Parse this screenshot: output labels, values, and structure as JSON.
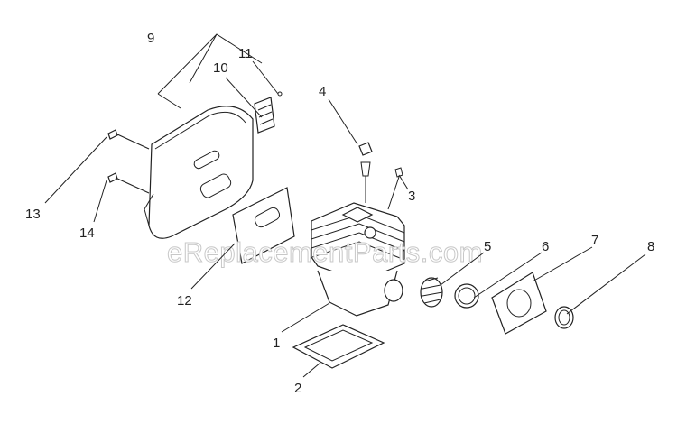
{
  "diagram": {
    "watermark": "eReplacementParts.com",
    "callouts": {
      "c1": "1",
      "c2": "2",
      "c3": "3",
      "c4": "4",
      "c5": "5",
      "c6": "6",
      "c7": "7",
      "c8": "8",
      "c9": "9",
      "c10": "10",
      "c11": "11",
      "c12": "12",
      "c13": "13",
      "c14": "14"
    }
  }
}
